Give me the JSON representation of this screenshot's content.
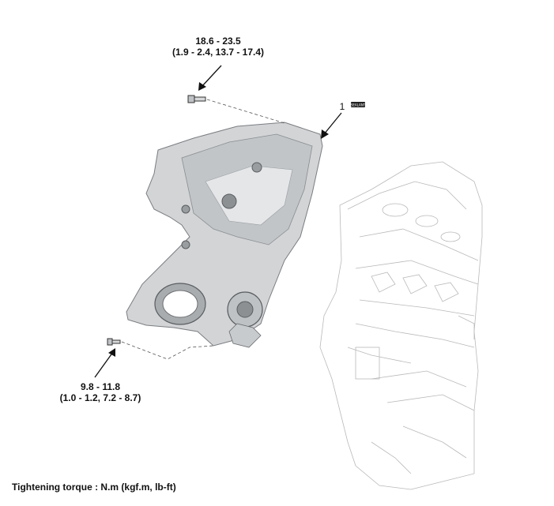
{
  "callouts": {
    "top_bolt": {
      "line1": "18.6 - 23.5",
      "line2": "(1.9 - 2.4, 13.7 - 17.4)"
    },
    "bottom_bolt": {
      "line1": "9.8 - 11.8",
      "line2": "(1.0 - 1.2, 7.2 - 8.7)"
    },
    "part_number": "1",
    "sealant_badge": "SEALANT"
  },
  "footer": {
    "torque_units": "Tightening torque : N.m (kgf.m, lb-ft)"
  }
}
